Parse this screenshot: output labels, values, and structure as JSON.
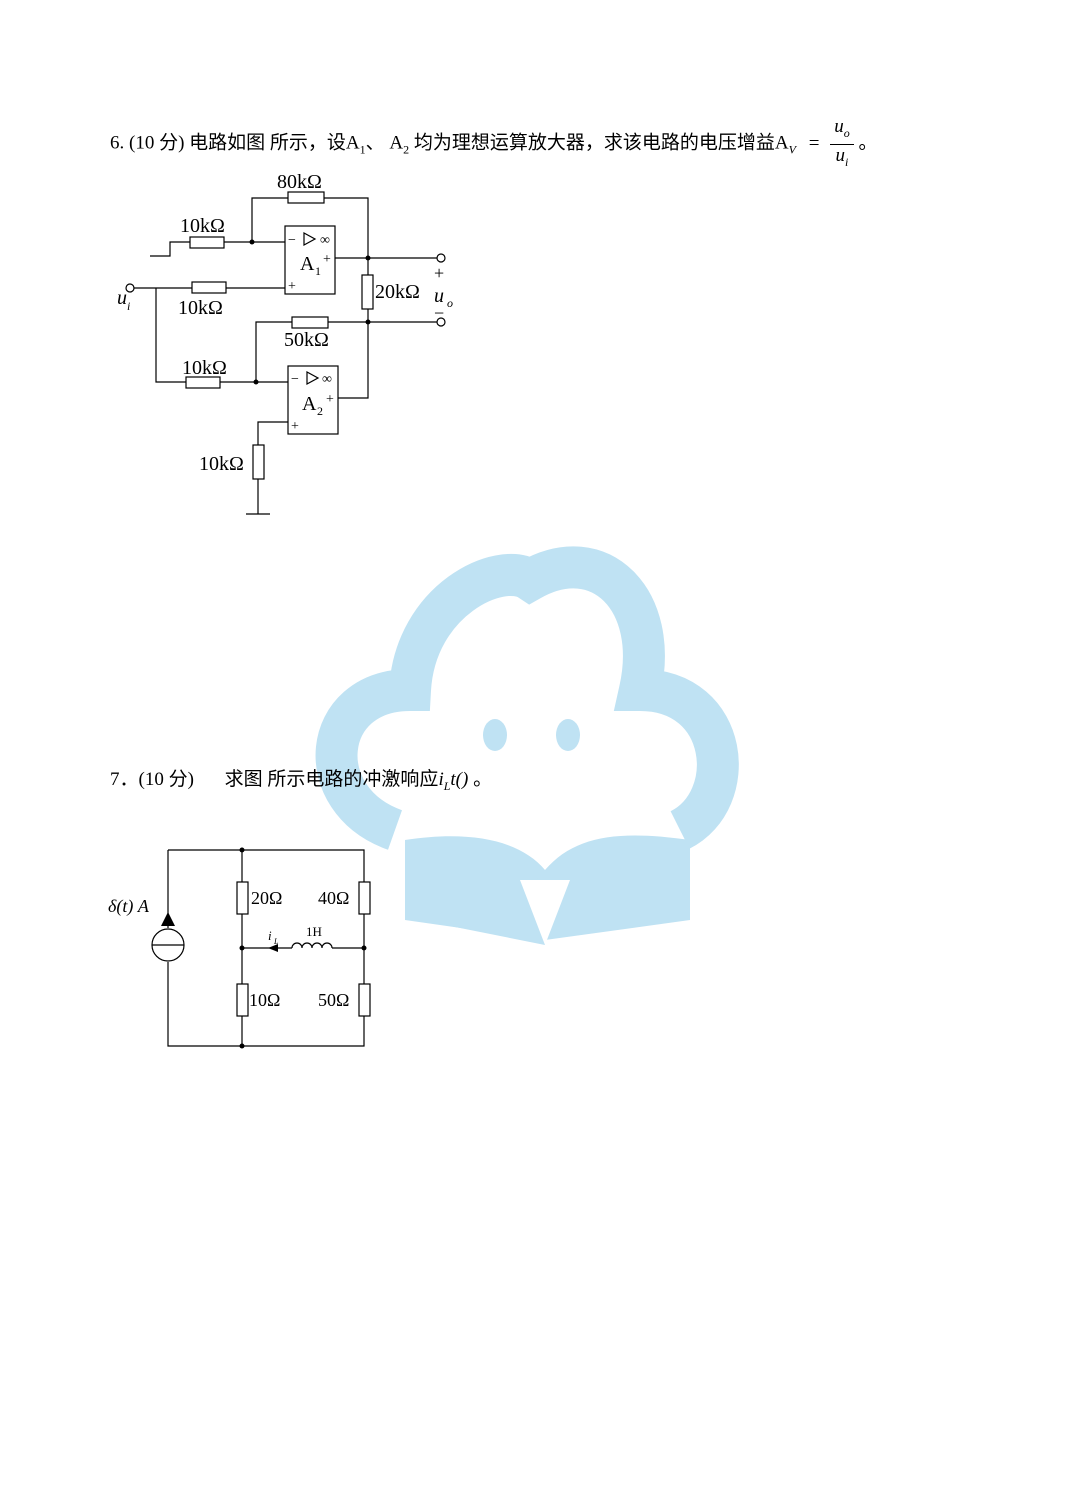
{
  "q6": {
    "number": "6.",
    "points": "(10 分)",
    "text_a": "电路如图 所示，设",
    "a1": "A",
    "a1_sub": "1",
    "sep": "、",
    "a2": "A",
    "a2_sub": "2",
    "text_b": "均为理想运算放大器，求该电路的电压增益",
    "av": "A",
    "av_sub": "V",
    "equals": "=",
    "frac_num": "u",
    "frac_num_sub": "o",
    "frac_den": "u",
    "frac_den_sub": "i",
    "end": "。",
    "circuit": {
      "r_feedback": "80kΩ",
      "r_ground1": "10kΩ",
      "r_input1": "10kΩ",
      "r_load": "20kΩ",
      "r_feedback2": "50kΩ",
      "r_input2": "10kΩ",
      "r_ground2": "10kΩ",
      "opamp1": "A",
      "opamp1_sub": "1",
      "opamp2": "A",
      "opamp2_sub": "2",
      "inf": "∞",
      "minus": "−",
      "plus": "+",
      "in_label": "u",
      "in_sub": "i",
      "out_label": "u",
      "out_sub": "o",
      "out_plus": "+",
      "out_minus": "−"
    }
  },
  "q7": {
    "number": "7．",
    "points": "(10 分)",
    "text": "求图 所示电路的冲激响应",
    "var": "i",
    "var_sub": "L",
    "arg": "t()",
    "end": "。",
    "circuit": {
      "source": "δ(t) A",
      "r1": "20Ω",
      "r2": "40Ω",
      "r3": "10Ω",
      "r4": "50Ω",
      "inductor": "1H",
      "current": "i",
      "current_sub": "L"
    }
  },
  "watermark": {
    "color": "#bfe2f3"
  }
}
